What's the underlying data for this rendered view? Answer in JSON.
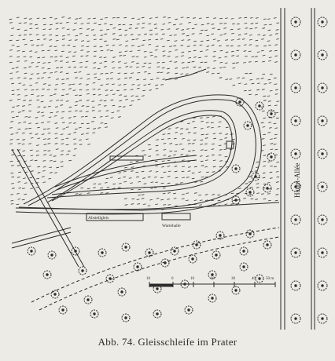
{
  "labels": {
    "station": "Abstellgleis",
    "waiting_hall": "Wartehalle",
    "avenue": "Haupt-Allée"
  },
  "scale": {
    "ticks": [
      "10",
      "0",
      "10",
      "20",
      "30",
      "40"
    ],
    "unit": "50 m"
  },
  "caption": {
    "figure": "Abb. 74.",
    "title": "Gleisschleife im Prater"
  },
  "colors": {
    "paper": "#ecebe5",
    "ink": "#2b2b2b"
  }
}
